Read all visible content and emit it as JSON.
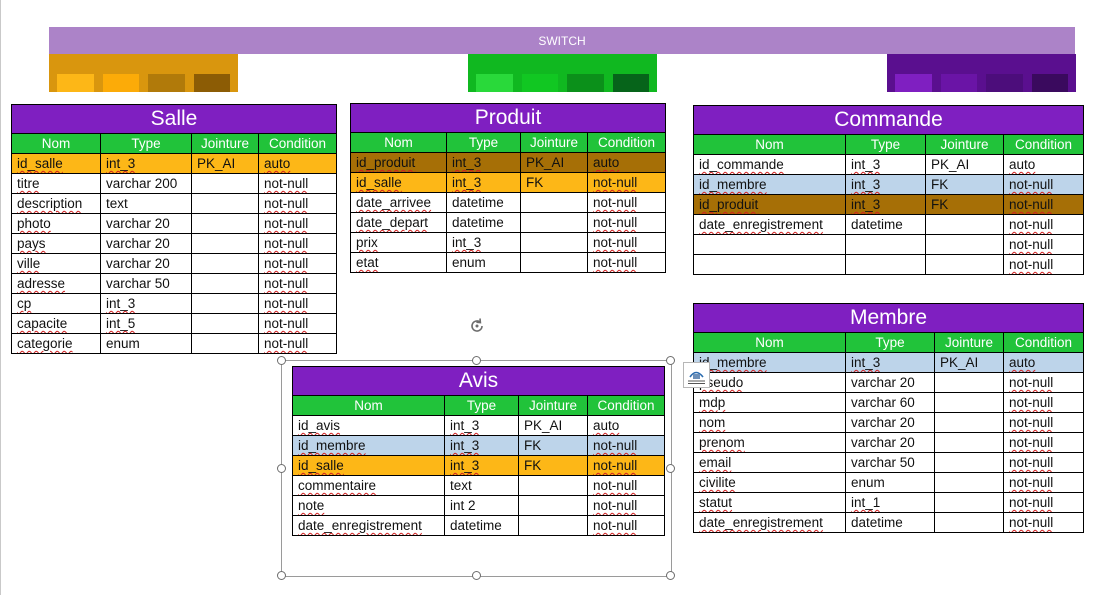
{
  "banner": {
    "label": "SWITCH",
    "color": "#ac83c8"
  },
  "palettes": [
    {
      "name": "orange",
      "base": "#d9960e",
      "swatches": [
        "#fdb717",
        "#fcab08",
        "#b17a0a",
        "#8c5c05"
      ]
    },
    {
      "name": "green",
      "base": "#10b820",
      "swatches": [
        "#29d93a",
        "#11c722",
        "#0b901a",
        "#06641a"
      ]
    },
    {
      "name": "purple",
      "base": "#5a0f8f",
      "swatches": [
        "#7f1fc1",
        "#6a14a6",
        "#4c0d7b",
        "#3a0a5e"
      ]
    }
  ],
  "columns": [
    "Nom",
    "Type",
    "Jointure",
    "Condition"
  ],
  "tables": {
    "salle": {
      "title": "Salle",
      "rows": [
        {
          "hl": "orange",
          "cells": [
            "id_salle",
            "int_3",
            "PK_AI",
            "auto"
          ]
        },
        {
          "hl": "",
          "cells": [
            "titre",
            "varchar 200",
            "",
            "not-null"
          ]
        },
        {
          "hl": "",
          "cells": [
            "description",
            "text",
            "",
            "not-null"
          ]
        },
        {
          "hl": "",
          "cells": [
            "photo",
            "varchar 20",
            "",
            "not-null"
          ]
        },
        {
          "hl": "",
          "cells": [
            "pays",
            "varchar 20",
            "",
            "not-null"
          ]
        },
        {
          "hl": "",
          "cells": [
            "ville",
            "varchar 20",
            "",
            "not-null"
          ]
        },
        {
          "hl": "",
          "cells": [
            "adresse",
            "varchar 50",
            "",
            "not-null"
          ]
        },
        {
          "hl": "",
          "cells": [
            "cp",
            "int_3",
            "",
            "not-null"
          ]
        },
        {
          "hl": "",
          "cells": [
            "capacite",
            "int_5",
            "",
            "not-null"
          ]
        },
        {
          "hl": "",
          "cells": [
            "categorie",
            "enum",
            "",
            "not-null"
          ]
        }
      ]
    },
    "produit": {
      "title": "Produit",
      "rows": [
        {
          "hl": "brown",
          "cells": [
            "id_produit",
            "int_3",
            "PK_AI",
            "auto"
          ]
        },
        {
          "hl": "orange",
          "cells": [
            "id_salle",
            "int_3",
            "FK",
            "not-null"
          ]
        },
        {
          "hl": "",
          "cells": [
            "date_arrivee",
            "datetime",
            "",
            "not-null"
          ]
        },
        {
          "hl": "",
          "cells": [
            "date_depart",
            "datetime",
            "",
            "not-null"
          ]
        },
        {
          "hl": "",
          "cells": [
            "prix",
            "int_3",
            "",
            "not-null"
          ]
        },
        {
          "hl": "",
          "cells": [
            "etat",
            "enum",
            "",
            "not-null"
          ]
        }
      ]
    },
    "commande": {
      "title": "Commande",
      "rows": [
        {
          "hl": "",
          "cells": [
            "id_commande",
            "int_3",
            "PK_AI",
            "auto"
          ]
        },
        {
          "hl": "blue",
          "cells": [
            "id_membre",
            "int_3",
            "FK",
            "not-null"
          ]
        },
        {
          "hl": "brown",
          "cells": [
            "id_produit",
            "int_3",
            "FK",
            "not-null"
          ]
        },
        {
          "hl": "",
          "cells": [
            "date_enregistrement",
            "datetime",
            "",
            "not-null"
          ]
        },
        {
          "hl": "",
          "cells": [
            "",
            "",
            "",
            "not-null"
          ]
        },
        {
          "hl": "",
          "cells": [
            "",
            "",
            "",
            "not-null"
          ]
        }
      ]
    },
    "membre": {
      "title": "Membre",
      "rows": [
        {
          "hl": "blue",
          "cells": [
            "id_membre",
            "int_3",
            "PK_AI",
            "auto"
          ]
        },
        {
          "hl": "",
          "cells": [
            "pseudo",
            "varchar 20",
            "",
            "not-null"
          ]
        },
        {
          "hl": "",
          "cells": [
            "mdp",
            "varchar 60",
            "",
            "not-null"
          ]
        },
        {
          "hl": "",
          "cells": [
            "nom",
            "varchar 20",
            "",
            "not-null"
          ]
        },
        {
          "hl": "",
          "cells": [
            "prenom",
            "varchar 20",
            "",
            "not-null"
          ]
        },
        {
          "hl": "",
          "cells": [
            "email",
            "varchar 50",
            "",
            "not-null"
          ]
        },
        {
          "hl": "",
          "cells": [
            "civilite",
            "enum",
            "",
            "not-null"
          ]
        },
        {
          "hl": "",
          "cells": [
            "statut",
            "int_1",
            "",
            "not-null"
          ]
        },
        {
          "hl": "",
          "cells": [
            "date_enregistrement",
            "datetime",
            "",
            "not-null"
          ]
        }
      ]
    },
    "avis": {
      "title": "Avis",
      "rows": [
        {
          "hl": "",
          "cells": [
            "id_avis",
            "int_3",
            "PK_AI",
            "auto"
          ]
        },
        {
          "hl": "blue",
          "cells": [
            "id_membre",
            "int_3",
            "FK",
            "not-null"
          ]
        },
        {
          "hl": "orange",
          "cells": [
            "id_salle",
            "int_3",
            "FK",
            "not-null"
          ]
        },
        {
          "hl": "",
          "cells": [
            "commentaire",
            "text",
            "",
            "not-null"
          ]
        },
        {
          "hl": "",
          "cells": [
            "note",
            "int 2",
            "",
            "not-null"
          ]
        },
        {
          "hl": "",
          "cells": [
            "date_enregistrement",
            "datetime",
            "",
            "not-null"
          ]
        }
      ]
    }
  }
}
